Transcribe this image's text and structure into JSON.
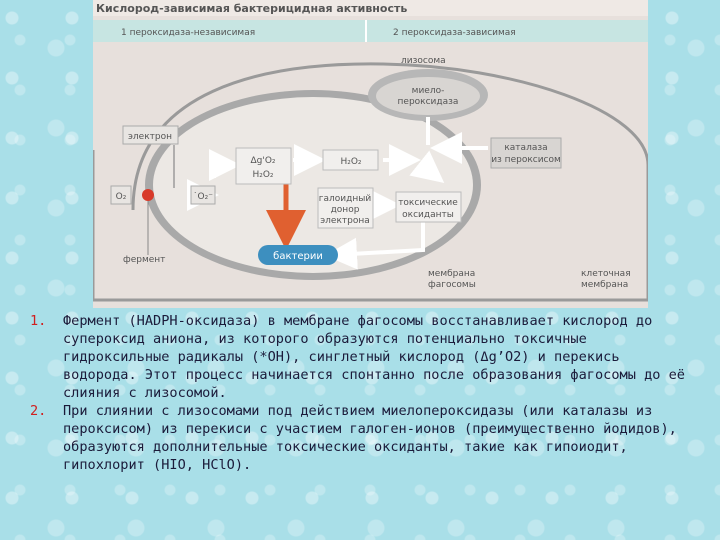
{
  "figure": {
    "title": "Кислород-зависимая бактерицидная активность",
    "section_left": "1 пероксидаза-независимая",
    "section_right": "2 пероксидаза-зависимая",
    "lysosome": "лизосома",
    "myeloperoxidase": [
      "миело-",
      "пероксидаза"
    ],
    "electron": "электрон",
    "delta_o2": "Δg'O₂",
    "h2o2_box": "H₂O₂",
    "h2o2_main": "H₂O₂",
    "o2": "O₂",
    "superoxide": "˙O₂⁻",
    "catalase": [
      "каталаза",
      "из пероксисом"
    ],
    "donor": [
      "галоидный",
      "донор",
      "электрона"
    ],
    "toxic": [
      "токсические",
      "оксиданты"
    ],
    "enzyme": "фермент",
    "bacteria": "бактерии",
    "phagosome_membrane": [
      "мембрана",
      "фагосомы"
    ],
    "cell_membrane": [
      "клеточная",
      "мембрана"
    ],
    "colors": {
      "section_bar": "#c7e5e2",
      "arrow": "#e06030",
      "bacteria": "#3d8fbf",
      "membrane": "#9a9a9a"
    }
  },
  "notes": [
    {
      "num": "1.",
      "text": "Фермент (HADPH-оксидаза) в мембране фагосомы восстанавливает кислород до супероксид аниона, из которого образуются потенциально токсичные гидроксильные радикалы (*OH), синглетный кислород (Δg’O2) и перекись водорода. Этот процесс начинается спонтанно после образования фагосомы до её слияния с лизосомой."
    },
    {
      "num": "2.",
      "text": "При слиянии с лизосомами под действием миелопероксидазы (или каталазы из пероксисом) из перекиси с участием галоген-ионов (преимущественно йодидов), образуются дополнительные токсические оксиданты, такие как гипоиодит, гипохлорит (HIO, HClO)."
    }
  ]
}
